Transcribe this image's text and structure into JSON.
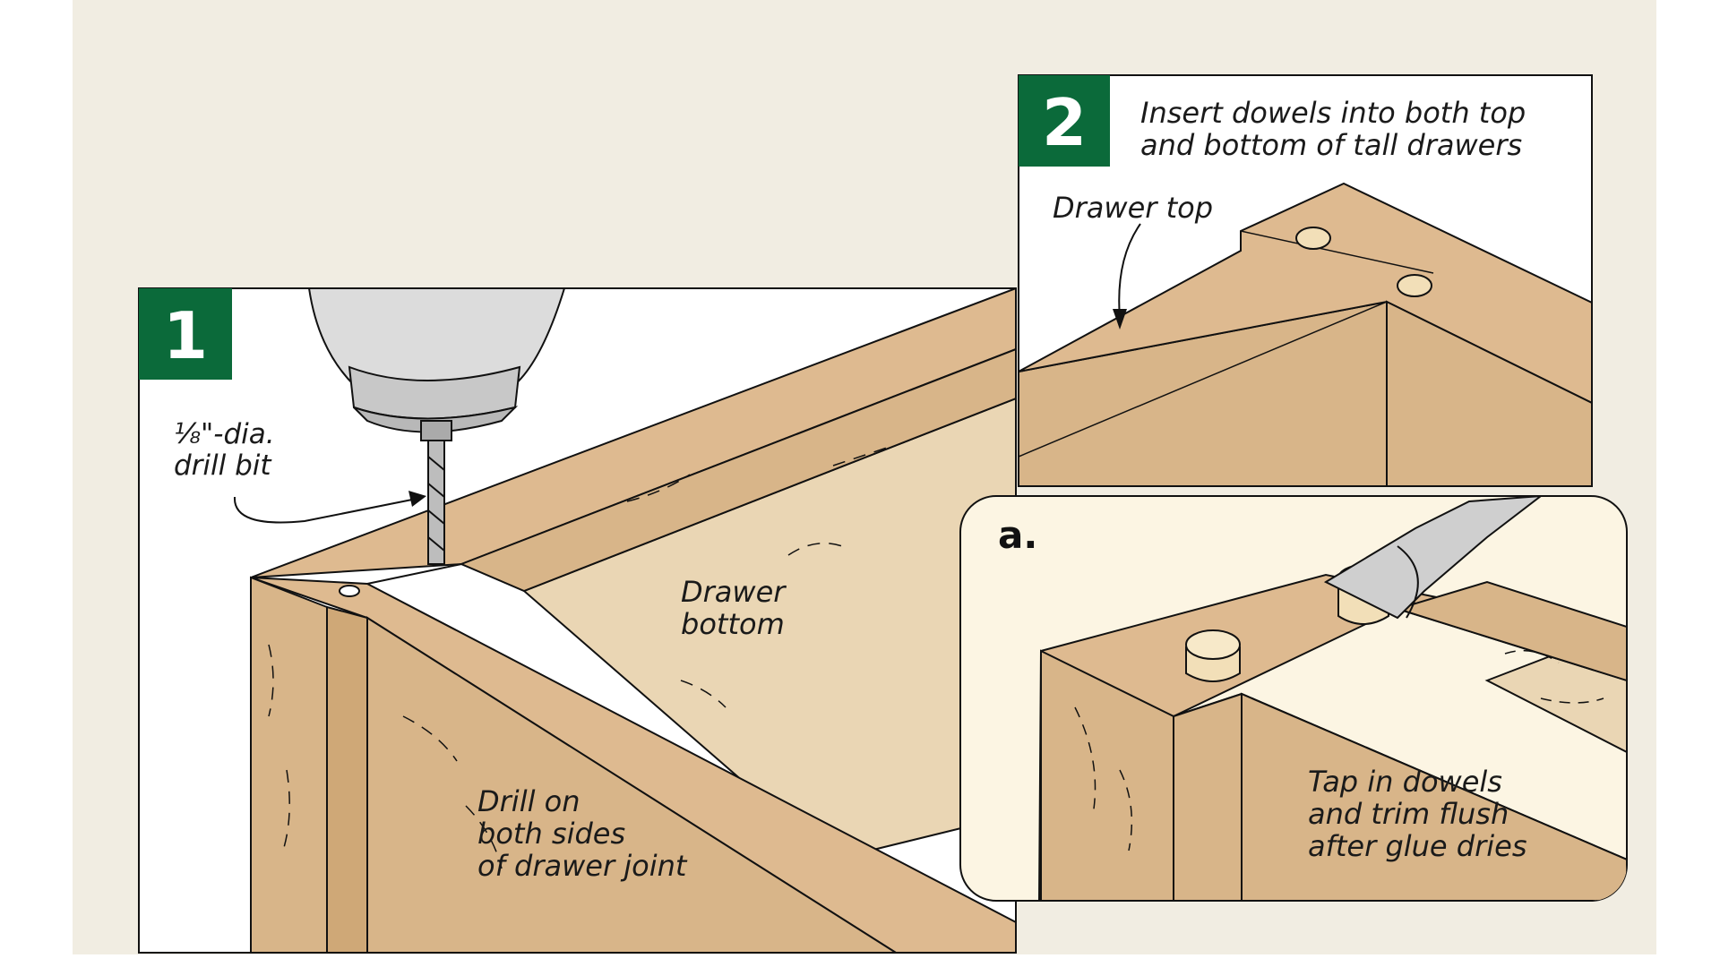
{
  "panel1": {
    "step_number": "1",
    "callouts": {
      "bit_size": "⅛\"-dia.",
      "bit_name": "drill bit",
      "bottom_line1": "Drawer",
      "bottom_line2": "bottom",
      "drill_line1": "Drill on",
      "drill_line2": "both sides",
      "drill_line3": "of drawer joint"
    }
  },
  "panel2": {
    "step_number": "2",
    "title_line1": "Insert dowels into both top",
    "title_line2": "and bottom of tall drawers",
    "callout": "Drawer top"
  },
  "detail_a": {
    "label": "a.",
    "note_line1": "Tap in dowels",
    "note_line2": "and trim flush",
    "note_line3": "after glue dries"
  },
  "colors": {
    "page_background": "#f1ede2",
    "step_badge": "#0b6a3a",
    "wood_face": "#d8b589",
    "wood_top": "#deba90",
    "plywood": "#ead6b4",
    "dowel": "#f2dfb8",
    "detail_background": "#fcf5e3"
  }
}
